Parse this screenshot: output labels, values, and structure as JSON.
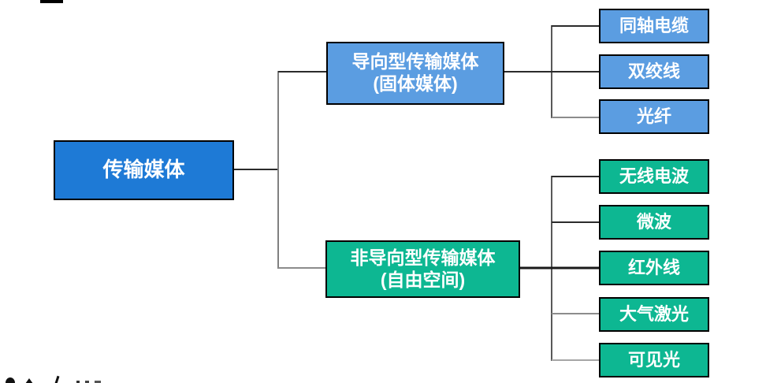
{
  "diagram": {
    "type": "tree",
    "root": {
      "label": "传输媒体"
    },
    "branches": [
      {
        "id": "guided",
        "title_line1": "导向型传输媒体",
        "title_line2": "(固体媒体)",
        "color": "#5b9de1",
        "children": [
          "同轴电缆",
          "双绞线",
          "光纤"
        ]
      },
      {
        "id": "unguided",
        "title_line1": "非导向型传输媒体",
        "title_line2": "(自由空间)",
        "color": "#0db792",
        "children": [
          "无线电波",
          "微波",
          "红外线",
          "大气激光",
          "可见光"
        ]
      }
    ],
    "colors": {
      "root_fill": "#1e7ad6",
      "guided_fill": "#5b9de1",
      "unguided_fill": "#0db792",
      "box_border": "#000000",
      "connector_dark": "#2b2b2b",
      "connector_gray": "#8c8c8c",
      "text": "#ffffff"
    }
  }
}
